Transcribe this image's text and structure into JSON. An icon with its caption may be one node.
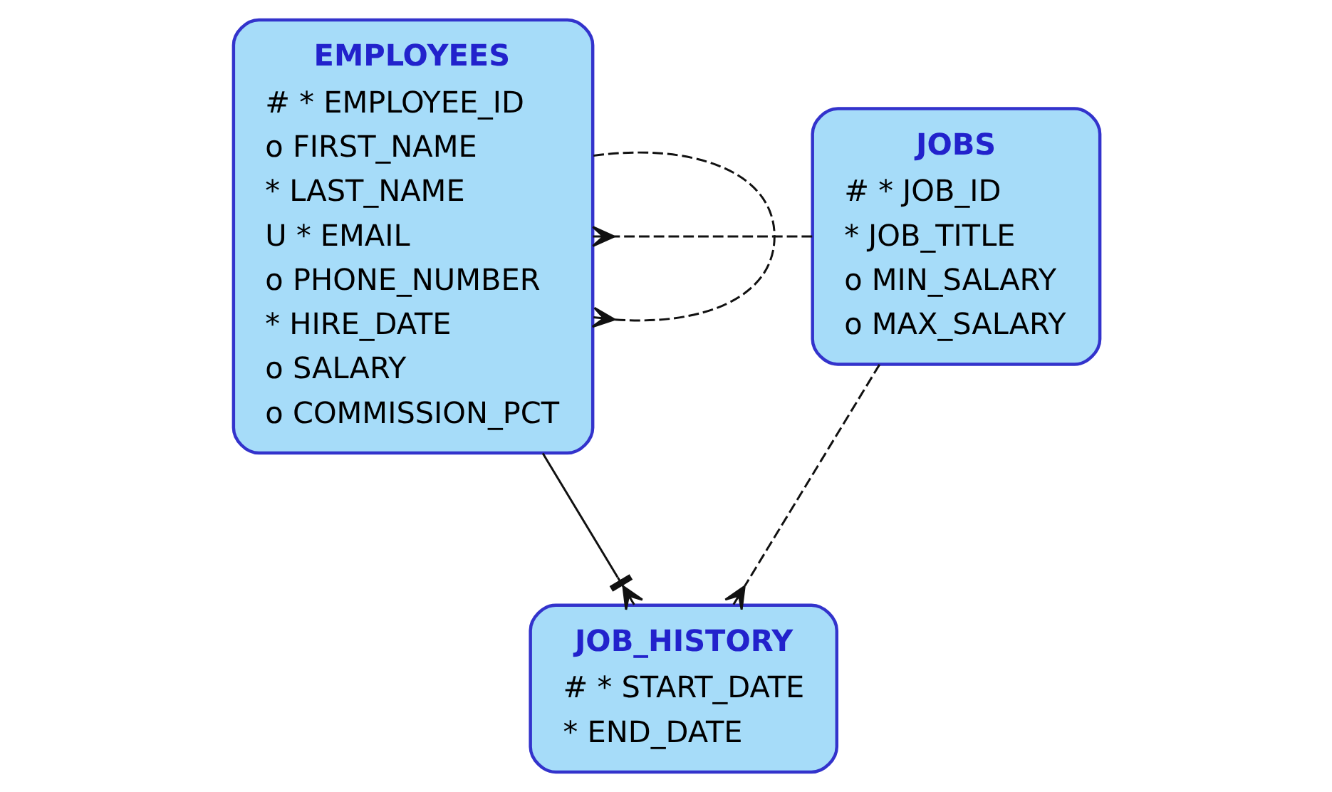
{
  "diagram": {
    "nodes": [
      {
        "text": [
          "EMPLOYEES",
          "# * EMPLOYEE_ID",
          "o FIRST_NAME",
          "* LAST_NAME",
          "U * EMAIL",
          "o PHONE_NUMBER",
          "* HIRE_DATE",
          "o SALARY",
          "o COMMISSION_PCT"
        ]
      },
      {
        "text": [
          "JOBS",
          "# * JOB_ID",
          "* JOB_TITLE",
          "o MIN_SALARY",
          "o MAX_SALARY"
        ]
      },
      {
        "text": [
          "JOB_HISTORY",
          "# * START_DATE",
          "* END_DATE"
        ]
      }
    ],
    "edges": [
      {
        "from": 1,
        "to": 0,
        "arrow": "other",
        "style": "dashed"
      },
      {
        "from": 0,
        "to": 0,
        "arrow": "other",
        "style": "dashed"
      },
      {
        "from": 0,
        "to": 2,
        "arrow": "other"
      },
      {
        "from": 1,
        "to": 2,
        "arrow": "other",
        "style": "dashed"
      }
    ]
  }
}
